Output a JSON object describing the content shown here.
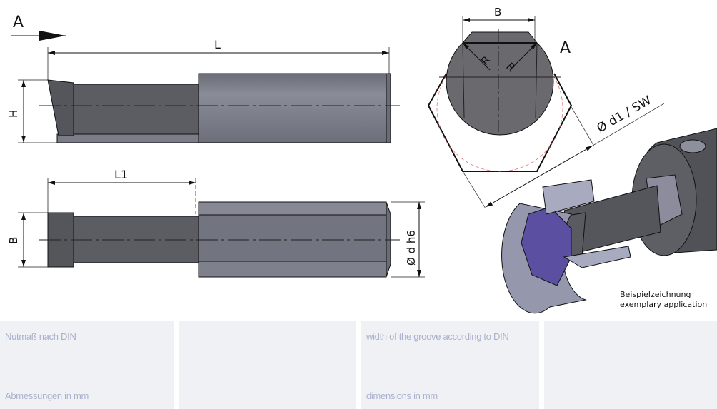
{
  "drawing": {
    "view_label_top": "A",
    "dim_L": "L",
    "dim_H": "H",
    "dim_L1": "L1",
    "dim_B_side": "B",
    "dim_dh6": "Ø d h6",
    "dim_B_end": "B",
    "dim_R1": "R",
    "dim_R2": "R",
    "view_label_end": "A",
    "dim_d1_sw": "Ø d1 / SW",
    "caption_de": "Beispielzeichnung",
    "caption_en": "exemplary application"
  },
  "panels": [
    {
      "top": "Nutmaß nach DIN",
      "bottom": "Abmessungen in mm"
    },
    {
      "top": "",
      "bottom": ""
    },
    {
      "top": "width of the groove according to DIN",
      "bottom": "dimensions in mm"
    },
    {
      "top": "",
      "bottom": ""
    }
  ],
  "colors": {
    "panel_bg": "#f0f1f5",
    "panel_text": "#aab0cc",
    "shaft": "#72747f",
    "insert_blue": "#5a4fa0"
  }
}
